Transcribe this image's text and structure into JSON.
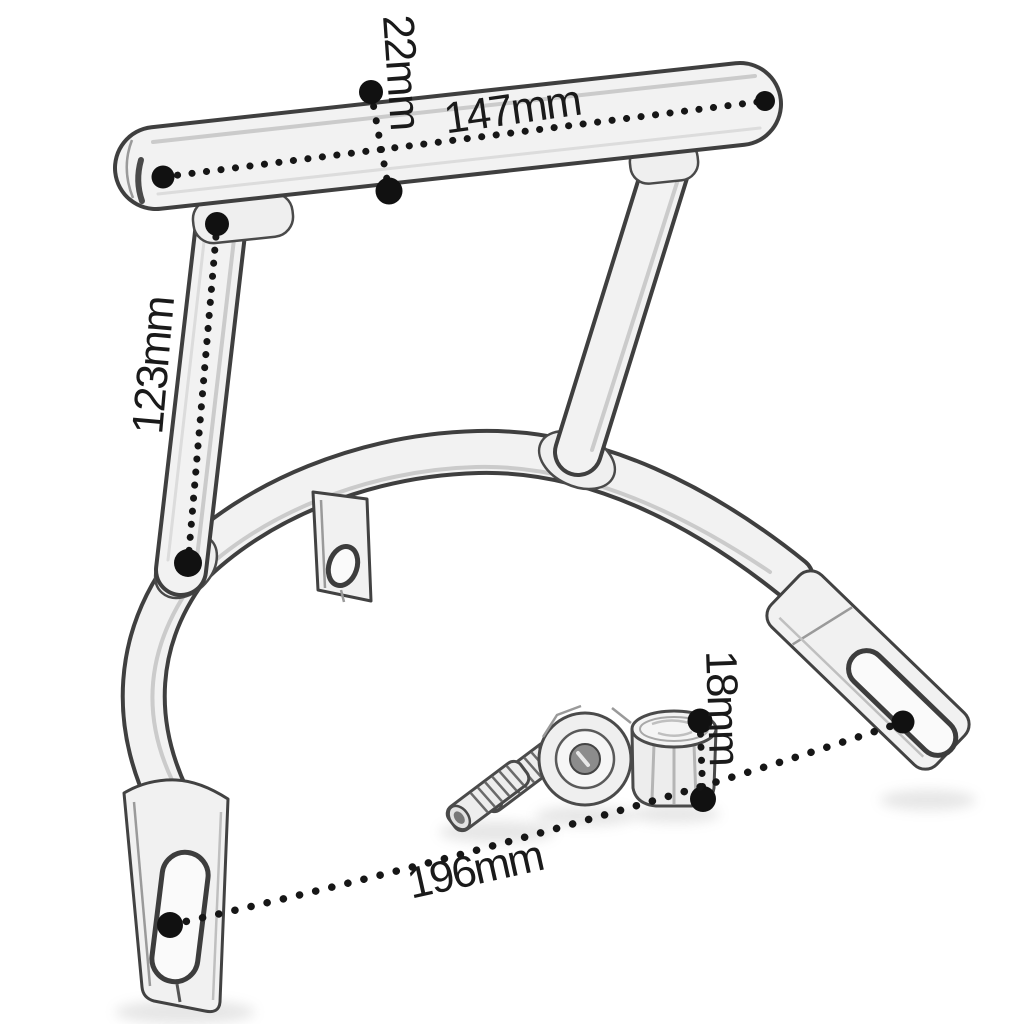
{
  "diagram": {
    "kind": "product-dimension-sketch",
    "subject": "tubular mounting bracket with hardware"
  },
  "dimensions": {
    "bar_length": "147mm",
    "bar_diameter": "22mm",
    "strut_height": "123mm",
    "cap_height": "18mm",
    "base_span": "196mm"
  },
  "colors": {
    "background": "#ffffff",
    "ink": "#1a1a1a",
    "sketch_outline": "#3f3f3f",
    "sketch_fill": "#f2f2f2"
  }
}
